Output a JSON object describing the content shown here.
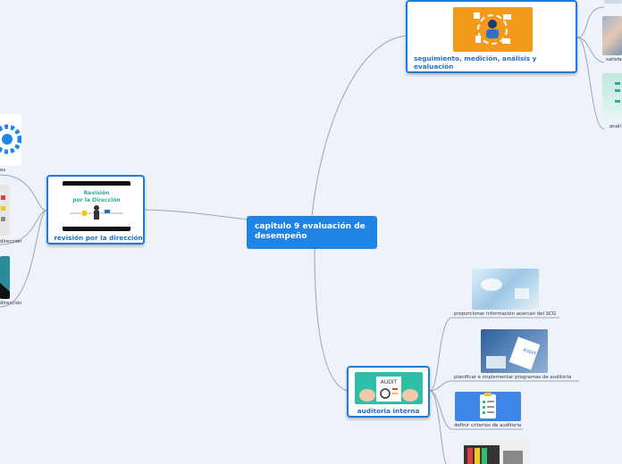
{
  "central": {
    "title": "capitulo 9 evaluación de desempeño"
  },
  "branches": {
    "seguimiento": {
      "label": "seguimiento, medición, análisis y evaluación"
    },
    "revision": {
      "label": "revisión por la dirección",
      "image_text": "Revisión por la Dirección"
    },
    "auditoria": {
      "label": "auditoria interna",
      "image_text": "AUDIT"
    }
  },
  "leaves": {
    "satisfaccion_partial": "satisfa",
    "analisis_partial": "anali",
    "revision_leaf1_partial": "es",
    "revision_leaf2_partial": "dirección",
    "revision_leaf3_partial": "dirección",
    "aud1": "proporcionar información acercan del SCG",
    "aud2": "planificar  e implementar programas de auditoria",
    "aud3": "definir criterios de auditoria",
    "aud2_image_text": "AUDIT"
  },
  "colors": {
    "accent": "#1f7bd8",
    "central_bg": "#1f84e6",
    "background": "#eef3fb",
    "link": "#9aa4b2"
  }
}
